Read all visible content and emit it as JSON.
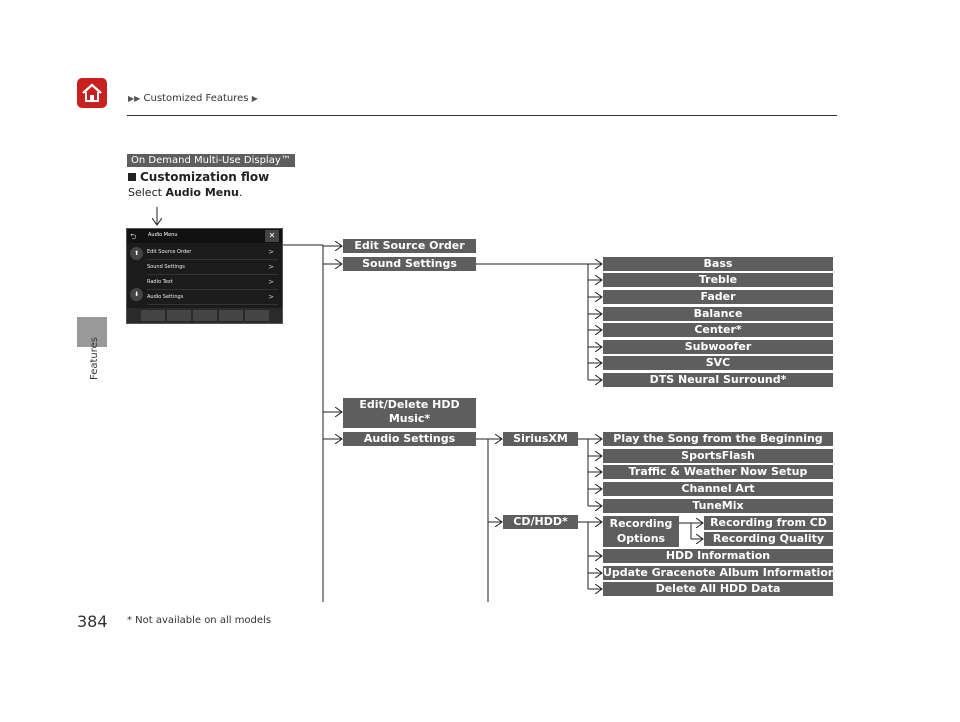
{
  "header": {
    "breadcrumb": "Customized Features",
    "arrow": "▶▶",
    "arrow_end": "▶"
  },
  "side_tab": {
    "label": "Features"
  },
  "badge": {
    "label": "On Demand Multi-Use Display™"
  },
  "section": {
    "title": "Customization flow",
    "select_prefix": "Select ",
    "select_bold": "Audio Menu",
    "select_suffix": "."
  },
  "screen": {
    "title": "Audio Menu",
    "close": "✕",
    "back": "⮌",
    "rows": [
      "Edit Source Order",
      "Sound Settings",
      "Radio Text",
      "Audio Settings"
    ],
    "chevron": ">"
  },
  "level1": {
    "edit_source_order": "Edit Source Order",
    "sound_settings": "Sound Settings",
    "edit_delete_hdd_line1": "Edit/Delete HDD",
    "edit_delete_hdd_line2": "Music*",
    "audio_settings": "Audio Settings"
  },
  "sound_items": [
    "Bass",
    "Treble",
    "Fader",
    "Balance",
    "Center*",
    "Subwoofer",
    "SVC",
    "DTS Neural Surround*"
  ],
  "audio_level2": {
    "siriusxm": "SiriusXM",
    "cd_hdd": "CD/HDD*"
  },
  "siriusxm_items": [
    "Play the Song from the Beginning",
    "SportsFlash",
    "Traffic & Weather Now Setup",
    "Channel Art",
    "TuneMix"
  ],
  "cd_hdd": {
    "recording_options_line1": "Recording",
    "recording_options_line2": "Options",
    "recording_sub": [
      "Recording from CD",
      "Recording Quality"
    ],
    "items": [
      "HDD Information",
      "Update Gracenote Album Information",
      "Delete All HDD Data"
    ]
  },
  "footer": {
    "page_number": "384",
    "footnote": "* Not available on all models"
  },
  "colors": {
    "box": "#5e5e5e",
    "home": "#c8201f",
    "tab": "#9a9a9a"
  }
}
